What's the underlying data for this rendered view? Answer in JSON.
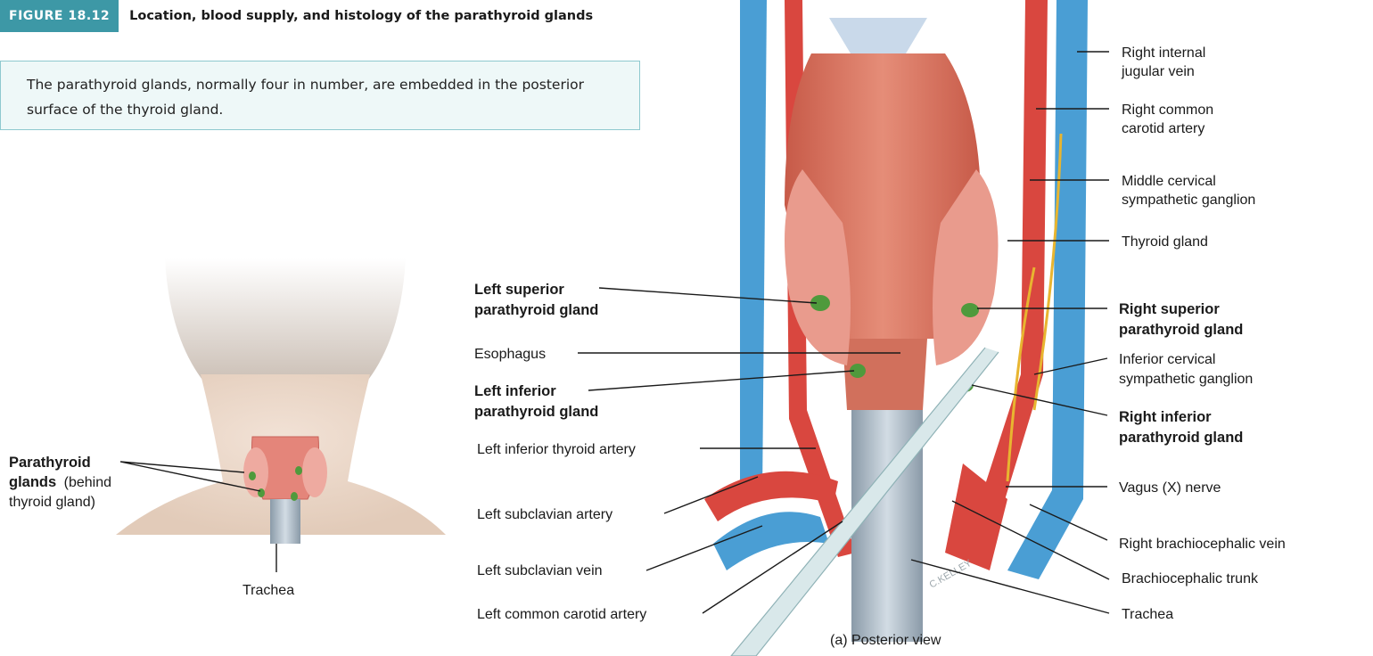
{
  "figure": {
    "badge": "FIGURE 18.12",
    "title": "Location, blood supply, and histology of the parathyroid glands"
  },
  "caption": "The parathyroid glands, normally four in number, are embedded in the posterior surface of the thyroid gland.",
  "small_view": {
    "parathyroid_bold": "Parathyroid",
    "glands_bold": "glands",
    "behind_1": "(behind",
    "behind_2": "thyroid gland)",
    "trachea": "Trachea"
  },
  "main_view": {
    "left_labels": {
      "left_superior_1": "Left superior",
      "left_superior_2": "parathyroid gland",
      "esophagus": "Esophagus",
      "left_inferior_1": "Left inferior",
      "left_inferior_2": "parathyroid gland",
      "left_inferior_thyroid_artery": "Left inferior thyroid artery",
      "left_subclavian_artery": "Left subclavian artery",
      "left_subclavian_vein": "Left subclavian vein",
      "left_common_carotid_artery": "Left common carotid artery"
    },
    "right_labels": {
      "right_internal_jugular_1": "Right internal",
      "right_internal_jugular_2": "jugular vein",
      "right_common_carotid_1": "Right common",
      "right_common_carotid_2": "carotid artery",
      "middle_cervical_1": "Middle cervical",
      "middle_cervical_2": "sympathetic ganglion",
      "thyroid_gland": "Thyroid gland",
      "right_superior_1": "Right superior",
      "right_superior_2": "parathyroid gland",
      "inferior_cervical_1": "Inferior cervical",
      "inferior_cervical_2": "sympathetic ganglion",
      "right_inferior_1": "Right inferior",
      "right_inferior_2": "parathyroid gland",
      "vagus_nerve": "Vagus (X) nerve",
      "right_brachiocephalic_vein": "Right brachiocephalic vein",
      "brachiocephalic_trunk": "Brachiocephalic trunk",
      "trachea": "Trachea"
    },
    "view_caption": "(a) Posterior view",
    "artist_signature": "C.KELLEY"
  },
  "colors": {
    "badge": "#3d98a6",
    "caption_bg": "#eef8f8",
    "caption_border": "#8ec9cf",
    "artery": "#d9473f",
    "vein": "#4a9ed4",
    "thyroid": "#e99b8d",
    "parathyroid": "#4f9a3c",
    "nerve": "#e8b530",
    "trachea": "#a9b8c4"
  }
}
